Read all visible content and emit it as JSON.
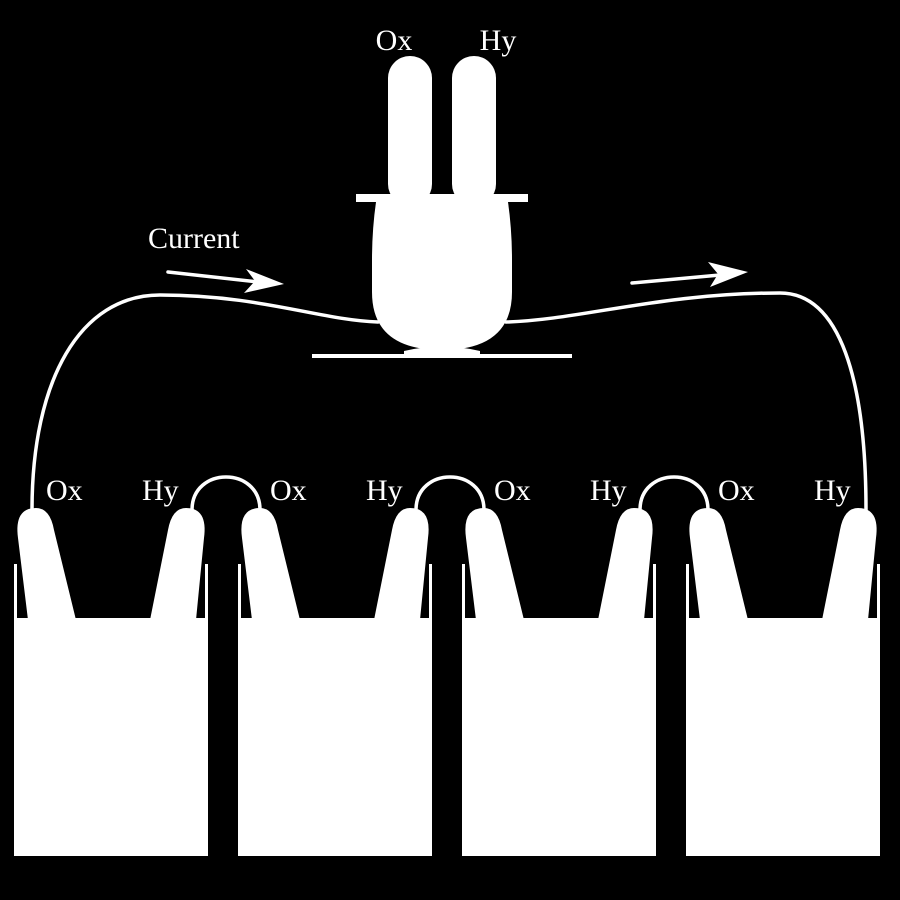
{
  "voltameter": {
    "tube_left_label": "Ox",
    "tube_right_label": "Hy"
  },
  "current_label": "Current",
  "cells": [
    {
      "left_label": "Ox",
      "right_label": "Hy"
    },
    {
      "left_label": "Ox",
      "right_label": "Hy"
    },
    {
      "left_label": "Ox",
      "right_label": "Hy"
    },
    {
      "left_label": "Ox",
      "right_label": "Hy"
    }
  ],
  "colors": {
    "background": "#000000",
    "foreground": "#ffffff"
  }
}
